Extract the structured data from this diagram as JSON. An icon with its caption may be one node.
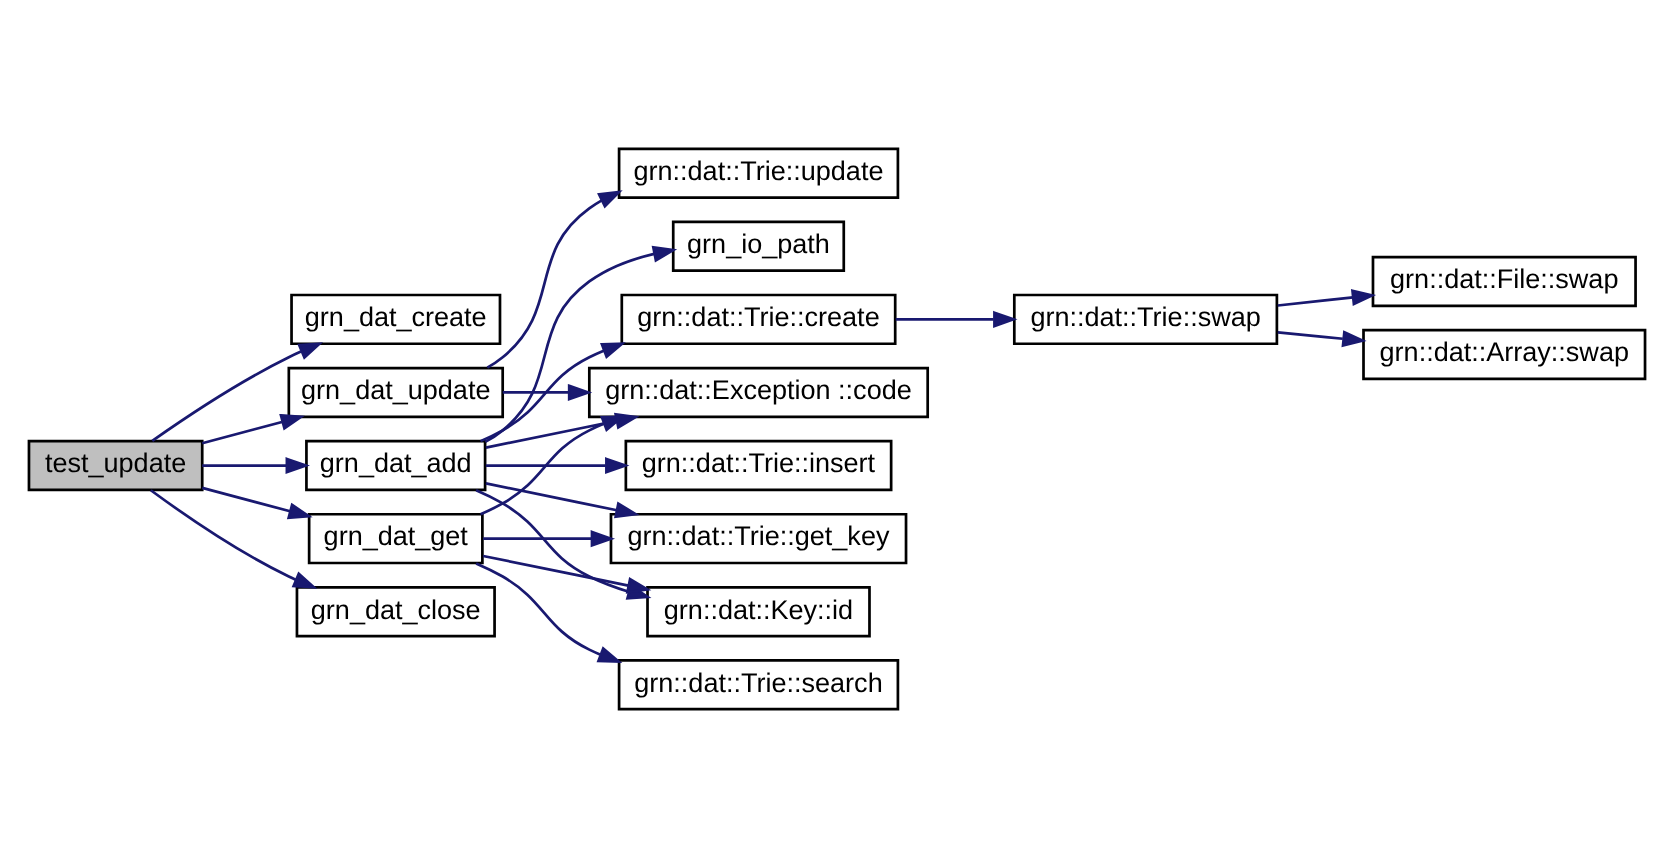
{
  "diagram": {
    "nodes": [
      {
        "text": [
          "test_update"
        ]
      },
      {
        "text": [
          "grn_dat_create"
        ]
      },
      {
        "text": [
          "grn_dat_update"
        ]
      },
      {
        "text": [
          "grn_dat_add"
        ]
      },
      {
        "text": [
          "grn_dat_get"
        ]
      },
      {
        "text": [
          "grn_dat_close"
        ]
      },
      {
        "text": [
          "grn::dat::Trie::update"
        ]
      },
      {
        "text": [
          "grn::dat::Exception ::code"
        ]
      },
      {
        "text": [
          "grn_io_path"
        ]
      },
      {
        "text": [
          "grn::dat::Trie::create"
        ]
      },
      {
        "text": [
          "grn::dat::Trie::insert"
        ]
      },
      {
        "text": [
          "grn::dat::Trie::get_key"
        ]
      },
      {
        "text": [
          "grn::dat::Key::id"
        ]
      },
      {
        "text": [
          "grn::dat::Trie::search"
        ]
      },
      {
        "text": [
          "grn::dat::Trie::swap"
        ]
      },
      {
        "text": [
          "grn::dat::File::swap"
        ]
      },
      {
        "text": [
          "grn::dat::Array::swap"
        ]
      }
    ],
    "edges": [
      {
        "from": 0,
        "to": 1,
        "arrow": "to"
      },
      {
        "from": 0,
        "to": 2,
        "arrow": "to"
      },
      {
        "from": 0,
        "to": 3,
        "arrow": "to"
      },
      {
        "from": 0,
        "to": 4,
        "arrow": "to"
      },
      {
        "from": 0,
        "to": 5,
        "arrow": "to"
      },
      {
        "from": 2,
        "to": 6,
        "arrow": "to"
      },
      {
        "from": 2,
        "to": 7,
        "arrow": "to"
      },
      {
        "from": 3,
        "to": 7,
        "arrow": "to"
      },
      {
        "from": 3,
        "to": 8,
        "arrow": "to"
      },
      {
        "from": 3,
        "to": 9,
        "arrow": "to"
      },
      {
        "from": 3,
        "to": 10,
        "arrow": "to"
      },
      {
        "from": 3,
        "to": 11,
        "arrow": "to"
      },
      {
        "from": 3,
        "to": 12,
        "arrow": "to"
      },
      {
        "from": 4,
        "to": 7,
        "arrow": "to"
      },
      {
        "from": 4,
        "to": 11,
        "arrow": "to"
      },
      {
        "from": 4,
        "to": 12,
        "arrow": "to"
      },
      {
        "from": 4,
        "to": 13,
        "arrow": "to"
      },
      {
        "from": 9,
        "to": 14,
        "arrow": "to"
      },
      {
        "from": 14,
        "to": 15,
        "arrow": "to"
      },
      {
        "from": 14,
        "to": 16,
        "arrow": "to"
      }
    ]
  }
}
